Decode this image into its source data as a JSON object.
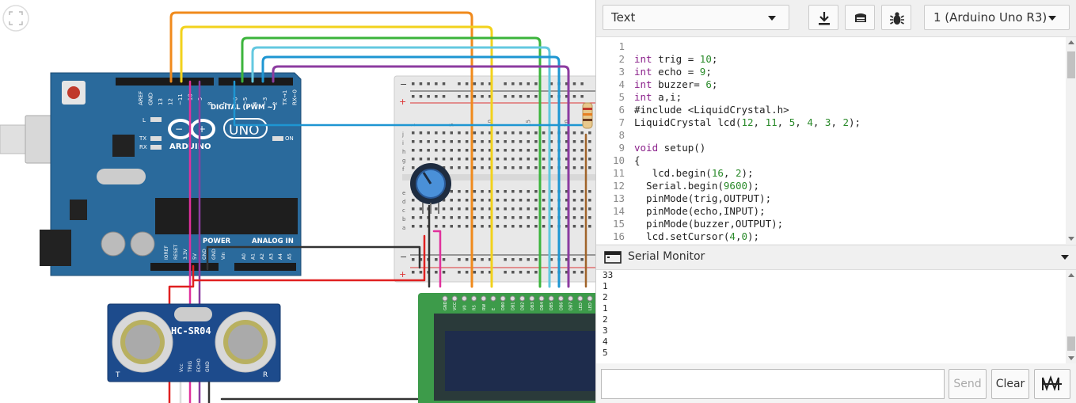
{
  "canvas": {
    "arduino_board": {
      "brand_text": "ARDUINO",
      "model_text": "UNO",
      "digital_label": "DIGITAL (PWM ~)",
      "power_label": "POWER",
      "analog_label": "ANALOG IN",
      "top_pins": [
        "AREF",
        "GND",
        "13",
        "12",
        "~11",
        "~10",
        "~9",
        "8",
        "7",
        "~6",
        "~5",
        "4",
        "~3",
        "2",
        "TX→1",
        "RX←0"
      ],
      "bottom_pins": [
        "IOREF",
        "RESET",
        "3.3V",
        "5V",
        "GND",
        "GND",
        "Vin",
        "A0",
        "A1",
        "A2",
        "A3",
        "A4",
        "A5"
      ],
      "led_labels": [
        "L",
        "TX",
        "RX",
        "ON"
      ]
    },
    "ultrasonic_sensor": {
      "label": "HC-SR04",
      "pins": [
        "Vcc",
        "TRIG",
        "ECHO",
        "GND"
      ],
      "corner_left": "T",
      "corner_right": "R"
    },
    "breadboard": {
      "rail_minus": "−",
      "rail_plus": "+",
      "rows_top": [
        "j",
        "i",
        "h",
        "g",
        "f"
      ],
      "rows_bottom": [
        "e",
        "d",
        "c",
        "b",
        "a"
      ],
      "columns": [
        "1",
        "5",
        "10",
        "15",
        "20"
      ]
    },
    "lcd": {
      "pins": [
        "GND",
        "VCC",
        "V0",
        "RS",
        "RW",
        "E",
        "DB0",
        "DB1",
        "DB2",
        "DB3",
        "DB4",
        "DB5",
        "DB6",
        "DB7",
        "LED",
        "LED"
      ]
    },
    "colors": {
      "board": "#2a6a9c",
      "orange_wire": "#f08a1c",
      "yellow_wire": "#f2d21c",
      "green_wire": "#3cb43c",
      "lightblue_wire": "#64c8e0",
      "blue_wire": "#1e96d2",
      "purple_wire": "#8c3ca0",
      "red_wire": "#e02020",
      "pink_wire": "#e0309c",
      "black_wire": "#333333",
      "brown_wire": "#a0642a",
      "lcd_pcb": "#3d9b4a",
      "lcd_screen": "#1e2c4c"
    }
  },
  "toolbar": {
    "mode": "Text",
    "download_icon": "download-icon",
    "library_icon": "library-icon",
    "debug_icon": "bug-icon",
    "device": "1 (Arduino Uno R3)"
  },
  "editor": {
    "lines": [
      {
        "n": "1",
        "tokens": []
      },
      {
        "n": "2",
        "tokens": [
          {
            "t": "int",
            "c": "kw"
          },
          {
            "t": " trig = "
          },
          {
            "t": "10",
            "c": "num"
          },
          {
            "t": ";"
          }
        ]
      },
      {
        "n": "3",
        "tokens": [
          {
            "t": "int",
            "c": "kw"
          },
          {
            "t": " echo = "
          },
          {
            "t": "9",
            "c": "num"
          },
          {
            "t": ";"
          }
        ]
      },
      {
        "n": "4",
        "tokens": [
          {
            "t": "int",
            "c": "kw"
          },
          {
            "t": " buzzer= "
          },
          {
            "t": "6",
            "c": "num"
          },
          {
            "t": ";"
          }
        ]
      },
      {
        "n": "5",
        "tokens": [
          {
            "t": "int",
            "c": "kw"
          },
          {
            "t": " a,i;"
          }
        ]
      },
      {
        "n": "6",
        "tokens": [
          {
            "t": "#include <LiquidCrystal.h>"
          }
        ]
      },
      {
        "n": "7",
        "tokens": [
          {
            "t": "LiquidCrystal lcd("
          },
          {
            "t": "12",
            "c": "num"
          },
          {
            "t": ", "
          },
          {
            "t": "11",
            "c": "num"
          },
          {
            "t": ", "
          },
          {
            "t": "5",
            "c": "num"
          },
          {
            "t": ", "
          },
          {
            "t": "4",
            "c": "num"
          },
          {
            "t": ", "
          },
          {
            "t": "3",
            "c": "num"
          },
          {
            "t": ", "
          },
          {
            "t": "2",
            "c": "num"
          },
          {
            "t": ");"
          }
        ]
      },
      {
        "n": "8",
        "tokens": []
      },
      {
        "n": "9",
        "tokens": [
          {
            "t": "void",
            "c": "kw"
          },
          {
            "t": " setup()"
          }
        ]
      },
      {
        "n": "10",
        "tokens": [
          {
            "t": "{"
          }
        ]
      },
      {
        "n": "11",
        "tokens": [
          {
            "t": "   lcd.begin("
          },
          {
            "t": "16",
            "c": "num"
          },
          {
            "t": ", "
          },
          {
            "t": "2",
            "c": "num"
          },
          {
            "t": ");"
          }
        ]
      },
      {
        "n": "12",
        "tokens": [
          {
            "t": "  Serial.begin("
          },
          {
            "t": "9600",
            "c": "num"
          },
          {
            "t": ");"
          }
        ]
      },
      {
        "n": "13",
        "tokens": [
          {
            "t": "  pinMode(trig,OUTPUT);"
          }
        ]
      },
      {
        "n": "14",
        "tokens": [
          {
            "t": "  pinMode(echo,INPUT);"
          }
        ]
      },
      {
        "n": "15",
        "tokens": [
          {
            "t": "  pinMode(buzzer,OUTPUT);"
          }
        ]
      },
      {
        "n": "16",
        "tokens": [
          {
            "t": "  lcd.setCursor("
          },
          {
            "t": "4",
            "c": "num"
          },
          {
            "t": ","
          },
          {
            "t": "0",
            "c": "num"
          },
          {
            "t": ");"
          }
        ]
      }
    ]
  },
  "serial": {
    "title": "Serial Monitor",
    "icon": "window-icon",
    "output": [
      "33",
      "1",
      "2",
      "1",
      "2",
      "3",
      "4",
      "5"
    ],
    "input_value": "",
    "send_label": "Send",
    "clear_label": "Clear",
    "graph_icon": "graph-icon"
  }
}
